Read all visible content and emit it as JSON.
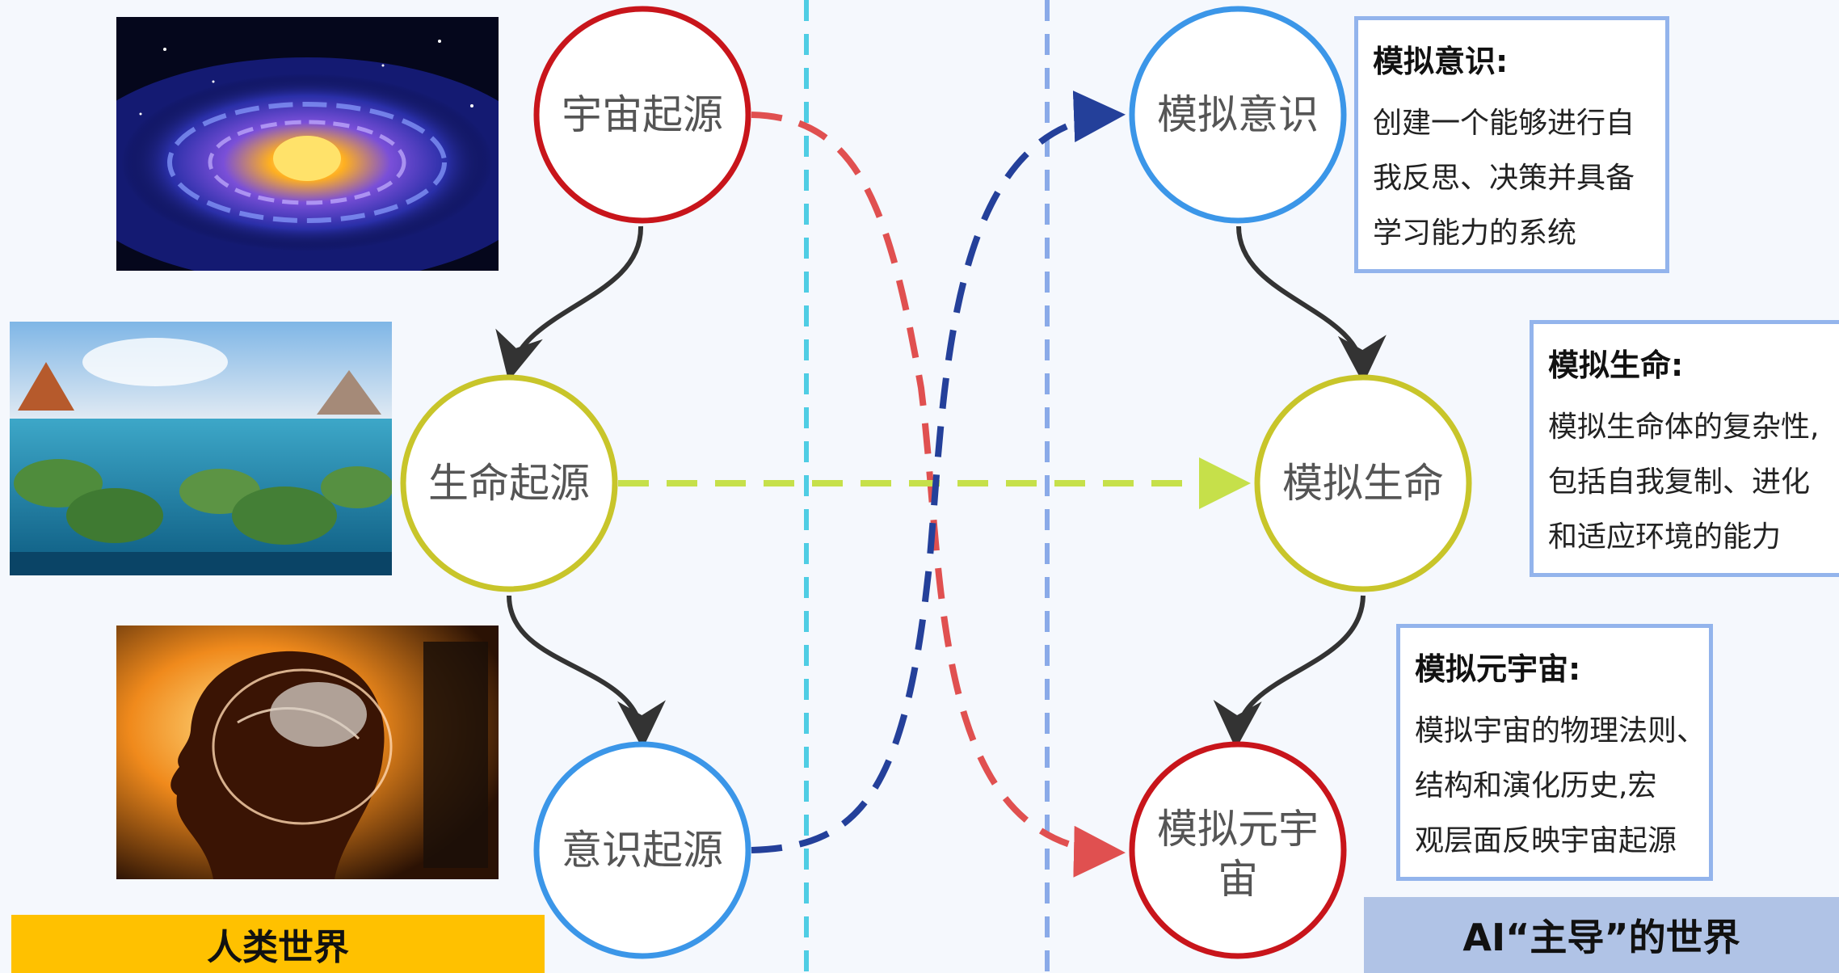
{
  "human_nodes": {
    "universe": "宇宙起源",
    "life": "生命起源",
    "consciousness": "意识起源"
  },
  "ai_nodes": {
    "consciousness": "模拟意识",
    "life": "模拟生命",
    "metaverse": "模拟元宇宙"
  },
  "descriptions": {
    "consciousness": {
      "title": "模拟意识:",
      "lines": [
        "创建一个能够进行自",
        "我反思、决策并具备",
        "学习能力的系统"
      ]
    },
    "life": {
      "title": "模拟生命:",
      "lines": [
        "模拟生命体的复杂性,",
        "包括自我复制、进化",
        "和适应环境的能力"
      ]
    },
    "metaverse": {
      "title": "模拟元宇宙:",
      "lines": [
        "模拟宇宙的物理法则、",
        "结构和演化历史,宏",
        "观层面反映宇宙起源"
      ]
    }
  },
  "footers": {
    "human": "人类世界",
    "ai": "AI“主导”的世界"
  },
  "pictures": {
    "galaxy": "galaxy-illustration",
    "primordial_ocean": "primordial-ocean-illustration",
    "human_mind": "human-mind-illustration"
  },
  "colors": {
    "background": "#f5f8fd",
    "red": "#c8151b",
    "yellow": "#c8c52a",
    "blue": "#3b96e8",
    "arrow_dark": "#333333",
    "red_dashed": "#e05050",
    "green_dashed": "#c6e04a",
    "navy_dashed": "#24409a",
    "divider_cyan": "#4fcde4",
    "divider_blue": "#8aaae8",
    "footer_human": "#ffc100",
    "footer_ai": "#b0c3e6",
    "box_border": "#93b4ec"
  }
}
